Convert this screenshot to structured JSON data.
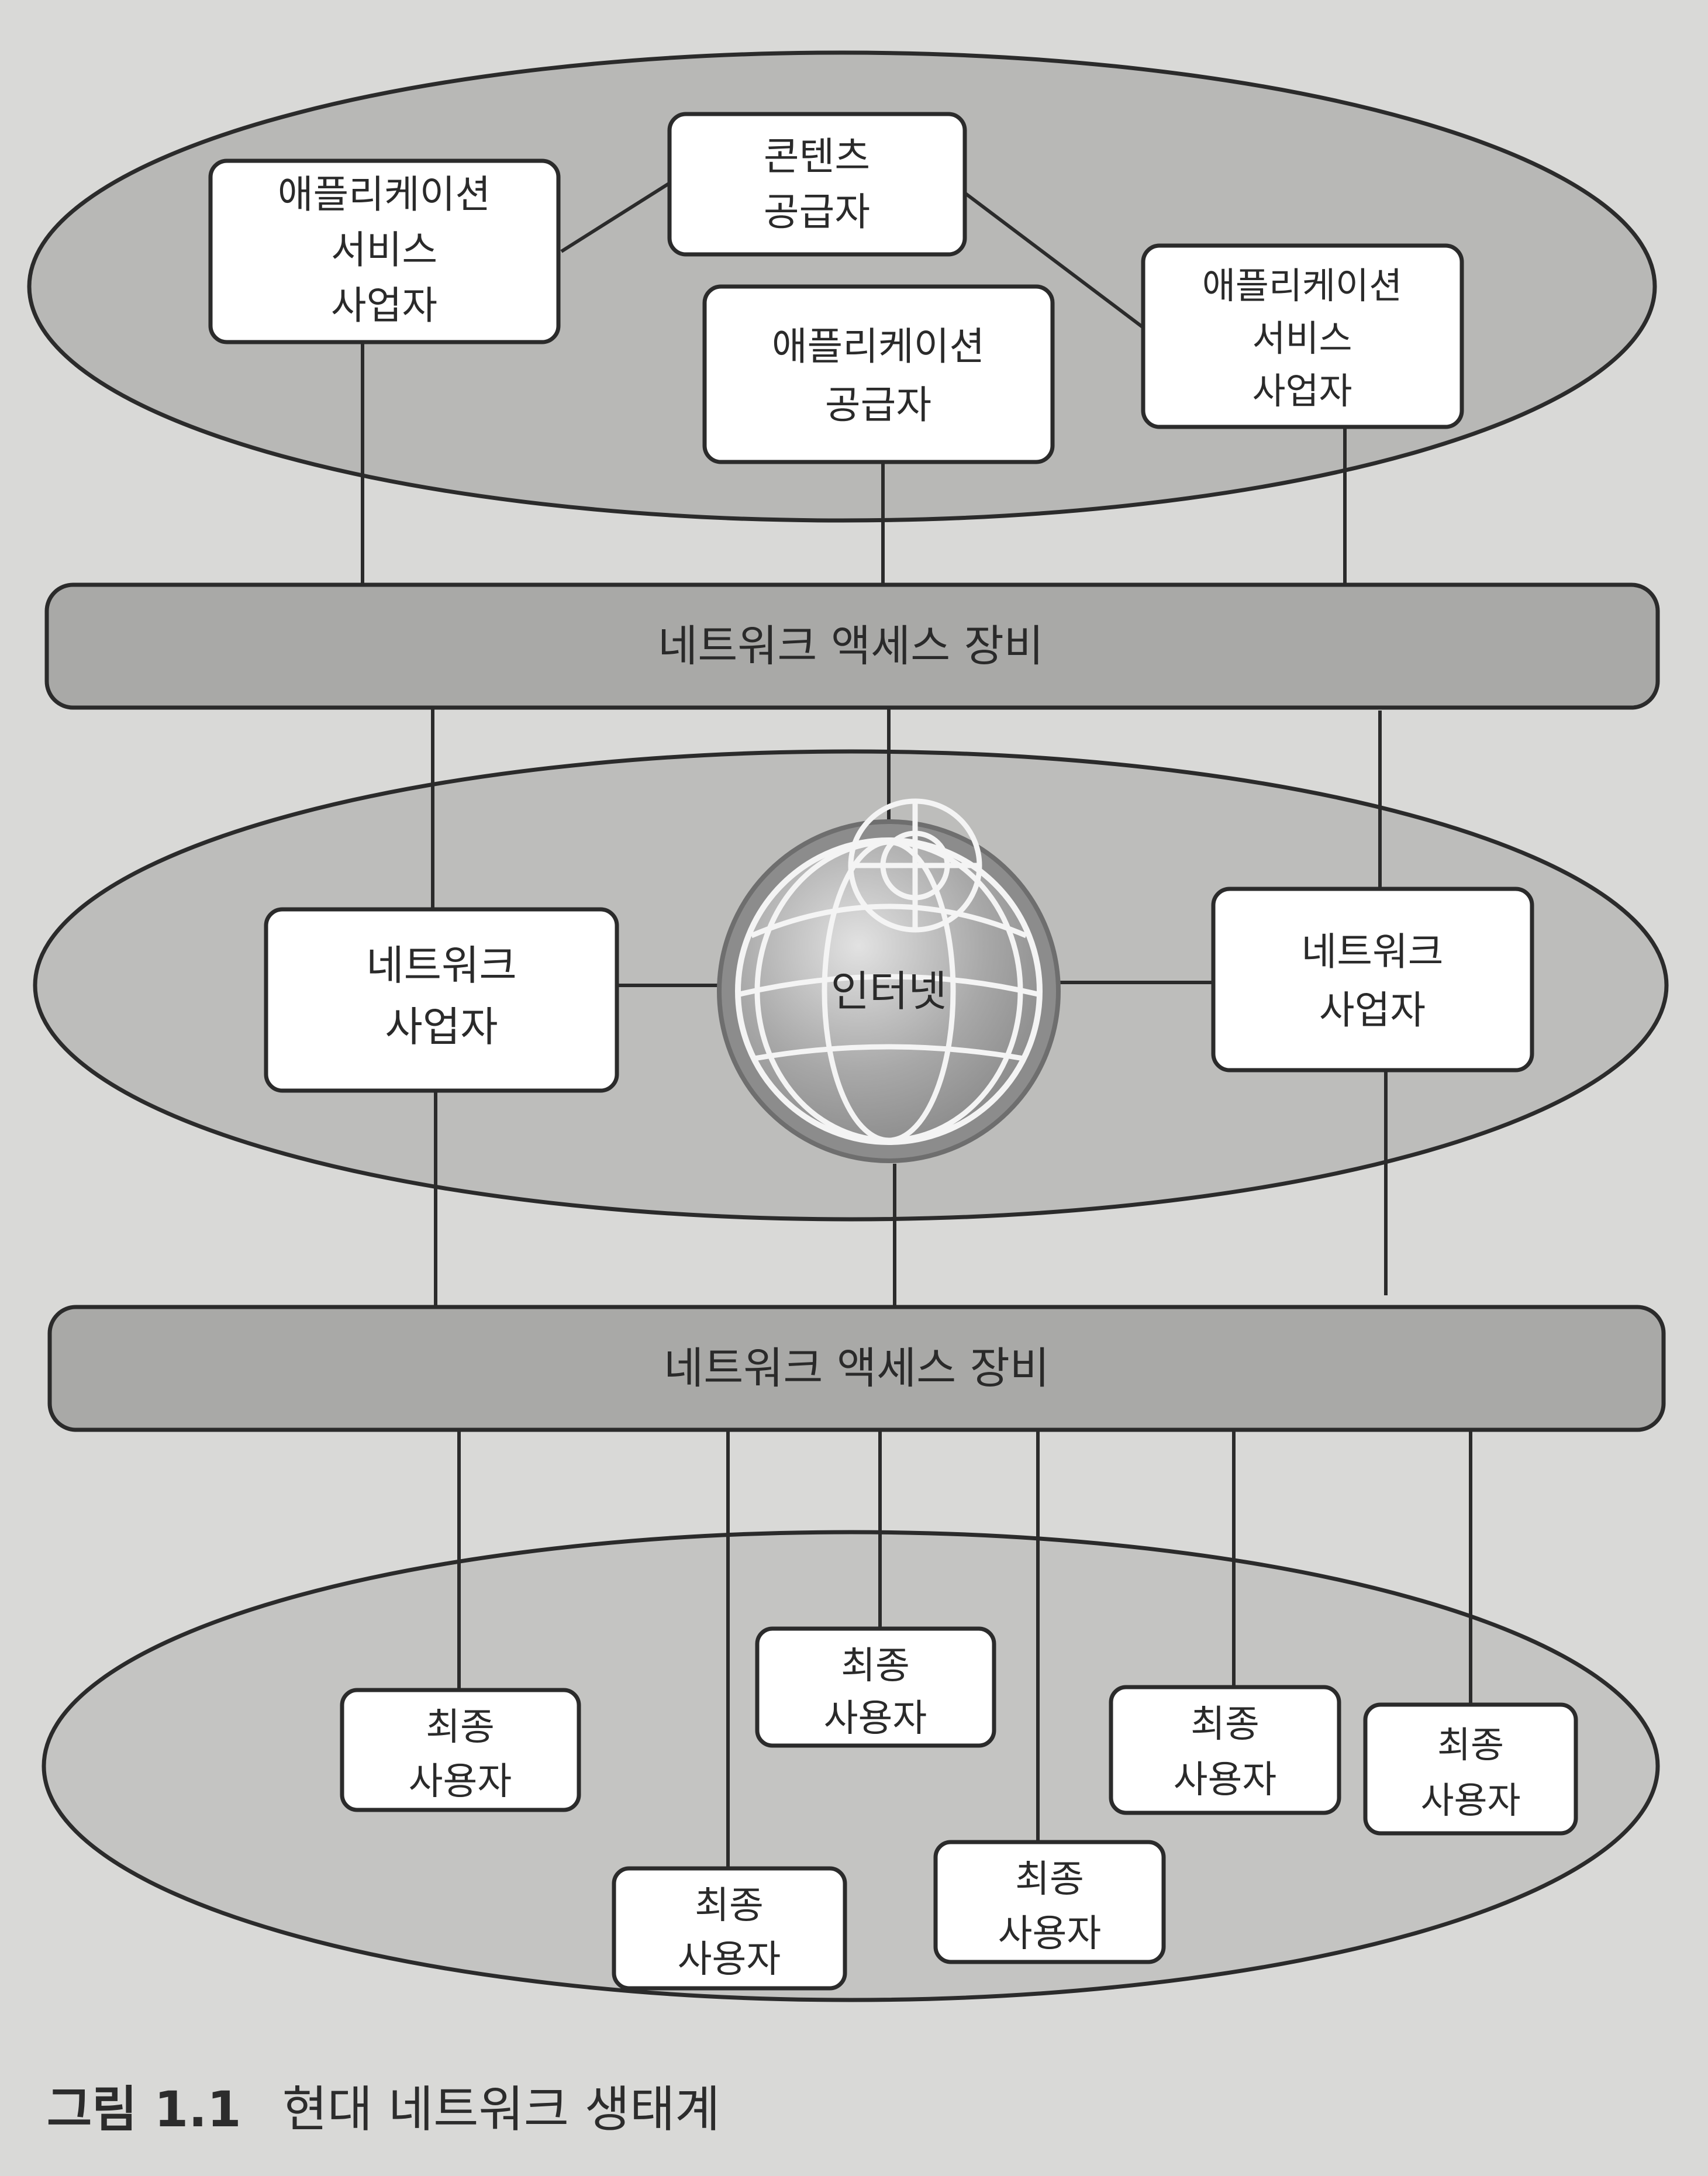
{
  "top_layer": {
    "app_service_provider_left": [
      "애플리케이션",
      "서비스",
      "사업자"
    ],
    "content_provider": [
      "콘텐츠",
      "공급자"
    ],
    "app_provider": [
      "애플리케이션",
      "공급자"
    ],
    "app_service_provider_right": [
      "애플리케이션",
      "서비스",
      "사업자"
    ]
  },
  "access_bar_top": "네트워크 액세스 장비",
  "middle_layer": {
    "network_operator_left": [
      "네트워크",
      "사업자"
    ],
    "internet": "인터넷",
    "network_operator_right": [
      "네트워크",
      "사업자"
    ]
  },
  "access_bar_bottom": "네트워크 액세스 장비",
  "end_users": [
    [
      "최종",
      "사용자"
    ],
    [
      "최종",
      "사용자"
    ],
    [
      "최종",
      "사용자"
    ],
    [
      "최종",
      "사용자"
    ],
    [
      "최종",
      "사용자"
    ],
    [
      "최종",
      "사용자"
    ]
  ],
  "caption": {
    "label": "그림 1.1",
    "text": "현대 네트워크 생태계"
  },
  "colors": {
    "background": "#d9d9d7",
    "ellipse_fill": "#b8b8b6",
    "bar_fill": "#a9a9a7",
    "box_fill": "#ffffff",
    "line": "#2b2b2b"
  }
}
